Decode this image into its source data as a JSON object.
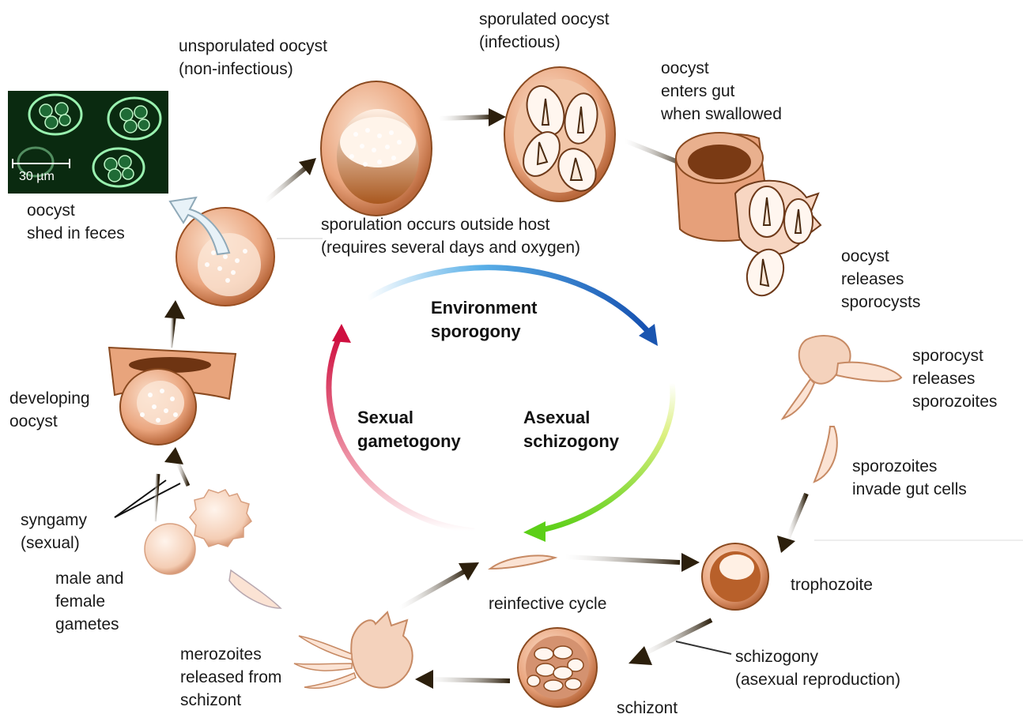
{
  "photo": {
    "scale_label": "30 µm"
  },
  "stages": {
    "unsporulated": "unsporulated oocyst\n(non-infectious)",
    "sporulated": "sporulated oocyst\n(infectious)",
    "enters_gut": "oocyst\nenters gut\nwhen swallowed",
    "shed": "oocyst\nshed in feces",
    "sporulation_note": "sporulation occurs outside host\n(requires several days and oxygen)",
    "releases_sporocysts": "oocyst\nreleases\nsporocysts",
    "sporocyst_releases": "sporocyst\nreleases\nsporozoites",
    "developing": "developing\noocyst",
    "sporozoites_invade": "sporozoites\ninvade gut cells",
    "syngamy": "syngamy\n(sexual)",
    "gametes": "male and\nfemale\ngametes",
    "trophozoite": "trophozoite",
    "reinfective": "reinfective cycle",
    "merozoites": "merozoites\nreleased from\nschizont",
    "schizogony_note": "schizogony\n(asexual reproduction)",
    "schizont": "schizont"
  },
  "cycle": {
    "environment": "Environment\nsporogony",
    "sexual": "Sexual\ngametogony",
    "asexual": "Asexual\nschizogony"
  },
  "colors": {
    "cell_fill": "#e8a47c",
    "cell_dark": "#a65a2e",
    "arrow_dark": "#3a2a14",
    "ring_blue": "#1a62b8",
    "ring_green": "#6fd620",
    "ring_red": "#d01840",
    "photo_bg": "#0a2a10"
  }
}
